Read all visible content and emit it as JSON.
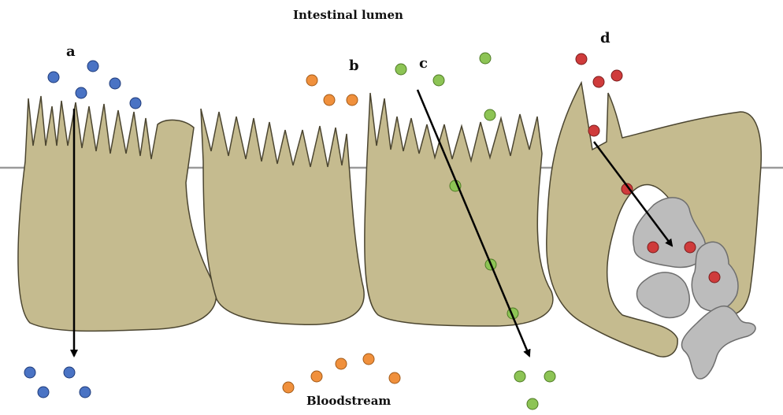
{
  "labels": {
    "top": "Intestinal lumen",
    "bottom": "Bloodstream"
  },
  "routes": [
    {
      "id": "a",
      "label": "a"
    },
    {
      "id": "b",
      "label": "b"
    },
    {
      "id": "c",
      "label": "c"
    },
    {
      "id": "d",
      "label": "d"
    }
  ],
  "colors": {
    "cell_fill": "#c5bb8f",
    "cell_stroke": "#4b4530",
    "immune_fill": "#bcbcbc",
    "immune_stroke": "#6e6e6e",
    "membrane_line": "#9a9a9a",
    "route_a_particles": "#4a73c4",
    "route_b_particles": "#f0903c",
    "route_c_particles": "#8dc455",
    "route_d_particles": "#cf3b3b",
    "arrow": "#000000"
  }
}
